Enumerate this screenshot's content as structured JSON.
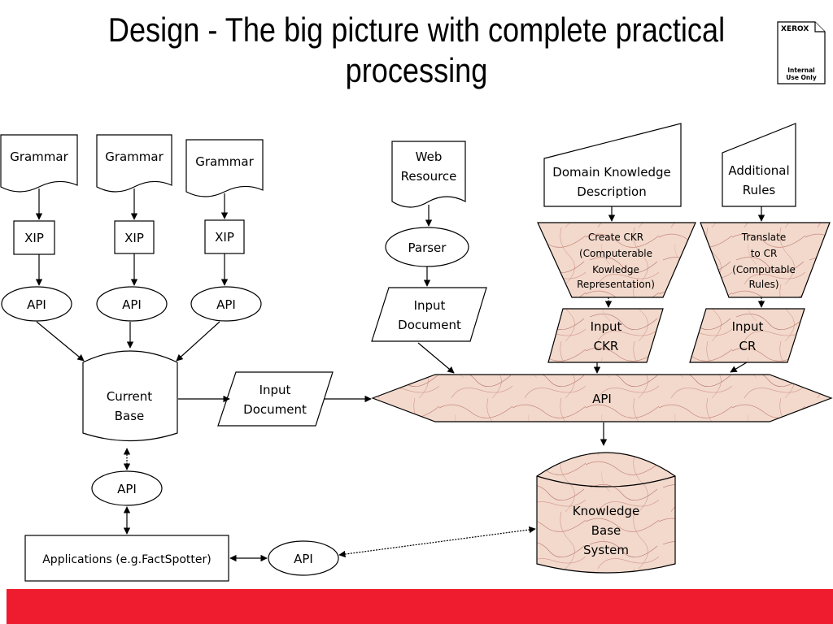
{
  "slide": {
    "title_line1": "Design - The big picture with complete practical",
    "title_line2": "processing"
  },
  "badge": {
    "brand": "XEROX",
    "line1": "Internal",
    "line2": "Use Only"
  },
  "diagram": {
    "grammar": "Grammar",
    "xip": "XIP",
    "api": "API",
    "current_base": [
      "Current",
      "Base"
    ],
    "input_document": [
      "Input",
      "Document"
    ],
    "web_resource": [
      "Web",
      "Resource"
    ],
    "parser": "Parser",
    "domain_knowledge": [
      "Domain Knowledge",
      "Description"
    ],
    "additional_rules": [
      "Additional",
      "Rules"
    ],
    "create_ckr": [
      "Create CKR",
      "(Computerable",
      "Kowledge",
      "Representation)"
    ],
    "translate_cr": [
      "Translate",
      "to CR",
      "(Computable",
      "Rules)"
    ],
    "input_ckr": [
      "Input",
      "CKR"
    ],
    "input_cr": [
      "Input",
      "CR"
    ],
    "knowledge_base": [
      "Knowledge",
      "Base",
      "System"
    ],
    "applications": "Applications (e.g.FactSpotter)"
  },
  "colors": {
    "footer_red": "#ee1c2e",
    "marble_base": "#f2d9cc",
    "marble_vein": "#c98a7d"
  }
}
